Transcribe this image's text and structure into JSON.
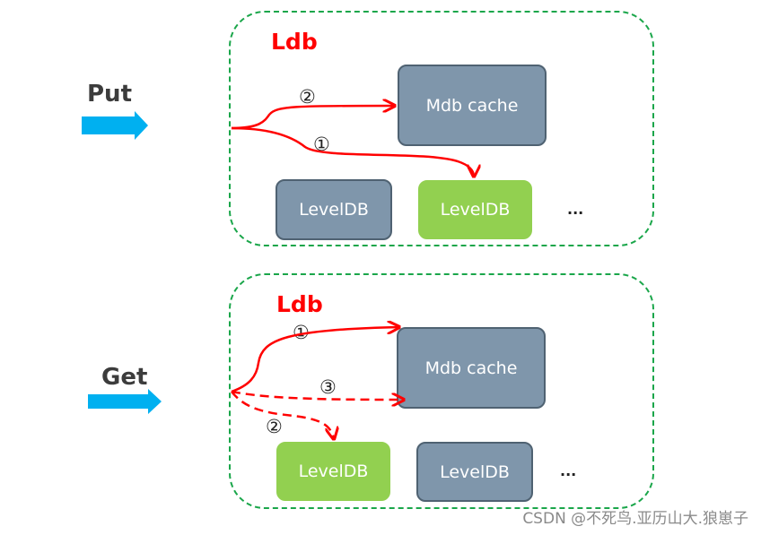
{
  "put_section": {
    "operation_label": "Put",
    "container_label": "Ldb",
    "cache_box_label": "Mdb  cache",
    "leveldb_gray_label": "LevelDB",
    "leveldb_green_label": "LevelDB",
    "more_label": "...",
    "step_to_cache": "②",
    "step_to_leveldb": "①"
  },
  "get_section": {
    "operation_label": "Get",
    "container_label": "Ldb",
    "cache_box_label": "Mdb  cache",
    "leveldb_green_label": "LevelDB",
    "leveldb_gray_label": "LevelDB",
    "more_label": "...",
    "step_to_cache": "①",
    "step_to_leveldb": "②",
    "step_back_to_cache": "③"
  },
  "watermark": "CSDN @不死鸟.亚历山大.狼崽子",
  "colors": {
    "container_border": "#1aa64a",
    "gray_box": "#7f96ab",
    "green_box": "#92d050",
    "arrow_red": "#ff0000",
    "input_arrow": "#00b0f0"
  }
}
